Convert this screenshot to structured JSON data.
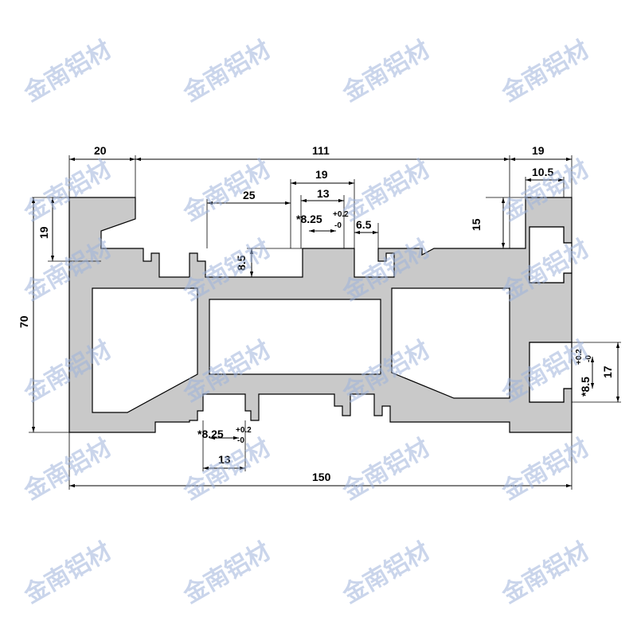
{
  "watermark": "金南铝材",
  "dimensions": {
    "d20": "20",
    "d111": "111",
    "d19_top": "19",
    "d19_slot": "19",
    "d13_slot": "13",
    "d25": "25",
    "d825": "*8.25",
    "d825_tol_top": "+0.2",
    "d825_tol_bot": "-0",
    "d65": "6.5",
    "d105": "10.5",
    "d15": "15",
    "d19_left": "19",
    "d85": "8.5",
    "d70": "70",
    "d17": "17",
    "d85_right": "*8.5",
    "d85_right_tol_top": "+0.2",
    "d85_right_tol_bot": "-0",
    "d825_bottom": "*8.25",
    "d825_bottom_tol_top": "+0.2",
    "d825_bottom_tol_bot": "-0",
    "d13_bottom": "13",
    "d150": "150"
  }
}
